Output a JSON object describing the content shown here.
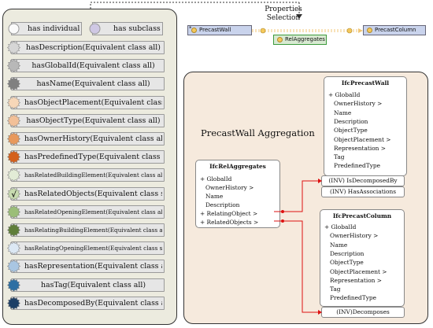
{
  "header": {
    "line1": "Properties",
    "line2": "Selection"
  },
  "legend": {
    "individual": "has individual",
    "subclass": "has subclass"
  },
  "properties": [
    {
      "label": "hasDescription(Equivalent class all)",
      "color": "#d6d6d6"
    },
    {
      "label": "hasGlobalId(Equivalent class all)",
      "color": "#b8b8b8"
    },
    {
      "label": "hasName(Equivalent class all)",
      "color": "#808080"
    },
    {
      "label": "hasObjectPlacement(Equivalent class all)",
      "color": "#f7d7b8"
    },
    {
      "label": "hasObjectType(Equivalent class all)",
      "color": "#f2c098"
    },
    {
      "label": "hasOwnerHistory(Equivalent class all)",
      "color": "#e8995c"
    },
    {
      "label": "hasPredefinedType(Equivalent class all)",
      "color": "#d4601c"
    },
    {
      "label": "hasRelatedBuildingElement(Equivalent class all)",
      "color": "#e2ecd6"
    },
    {
      "label": "hasRelatedObjects(Equivalent class some)",
      "color": "#c8dbb0",
      "checked": "√"
    },
    {
      "label": "hasRelatedOpeningElement(Equivalent class all)",
      "color": "#9bbe78"
    },
    {
      "label": "hasRelatingBuildingElement(Equivalent class all)",
      "color": "#607f3a"
    },
    {
      "label": "hasRelatingOpeningElement(Equivalent class some)",
      "color": "#dce8f4"
    },
    {
      "label": "hasRepresentation(Equivalent class all)",
      "color": "#a9c6e2"
    },
    {
      "label": "hasTag(Equivalent class all)",
      "color": "#2d6fa3"
    },
    {
      "label": "hasDecomposedBy(Equivalent class all)",
      "color": "#1d3f66"
    }
  ],
  "graph": {
    "precast_wall": "PrecastWall",
    "rel_aggregates": "RelAggregates",
    "precast_column": "PrecastColumn",
    "asterisk": "*"
  },
  "aggregation": {
    "title": "PrecastWall Aggregation",
    "rel_card": {
      "title": "IfcRelAggregates",
      "rows": [
        "+ GlobalId",
        "OwnerHistory >",
        "Name",
        "Description",
        "+ RelatingObject >",
        "+ RelatedObjects >"
      ]
    },
    "wall_card": {
      "title": "IfcPrecastWall",
      "rows": [
        "+ GlobalId",
        "OwnerHistory >",
        "Name",
        "Description",
        "ObjectType",
        "ObjectPlacement >",
        "Representation >",
        "Tag",
        "PredefinedType"
      ]
    },
    "wall_inv1": "(INV) IsDecomposedBy",
    "wall_inv2": "(INV) HasAssociations",
    "column_card": {
      "title": "IfcPrecastColumn",
      "rows": [
        "+ GlobalId",
        "OwnerHistory >",
        "Name",
        "Description",
        "ObjectType",
        "ObjectPlacement >",
        "Representation >",
        "Tag",
        "PredefinedType"
      ]
    },
    "column_inv": "(INV)Decomposes"
  }
}
